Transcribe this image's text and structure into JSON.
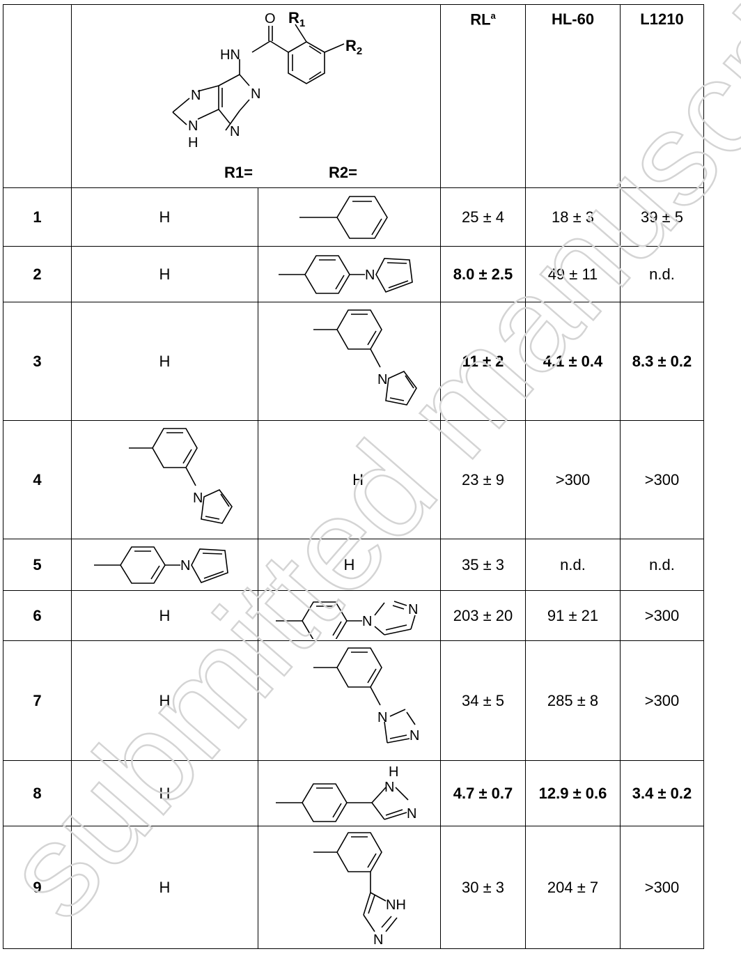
{
  "header": {
    "col_rl": "RL",
    "col_rl_sup": "a",
    "col_hl60": "HL-60",
    "col_l1210": "L1210",
    "r1_label": "R1=",
    "r2_label": "R2=",
    "scaffold_labels": {
      "o": "O",
      "hn": "HN",
      "n": "N",
      "h": "H",
      "r1": "R",
      "r1_sub": "1",
      "r2": "R",
      "r2_sub": "2"
    }
  },
  "rows": [
    {
      "id": "1",
      "r1": "H",
      "r2": "",
      "rl": "25 ± 4",
      "hl60": "18 ± 3",
      "l1210": "39 ± 5",
      "bold": [
        false,
        false,
        false
      ]
    },
    {
      "id": "2",
      "r1": "H",
      "r2": "",
      "rl": "8.0 ± 2.5",
      "hl60": "49 ± 11",
      "l1210": "n.d.",
      "bold": [
        true,
        false,
        false
      ]
    },
    {
      "id": "3",
      "r1": "H",
      "r2": "",
      "rl": "11 ± 2",
      "hl60": "4.1 ± 0.4",
      "l1210": "8.3 ± 0.2",
      "bold": [
        true,
        true,
        true
      ]
    },
    {
      "id": "4",
      "r1": "",
      "r2": "H",
      "rl": "23 ± 9",
      "hl60": ">300",
      "l1210": ">300",
      "bold": [
        false,
        false,
        false
      ]
    },
    {
      "id": "5",
      "r1": "",
      "r2": "H",
      "rl": "35 ± 3",
      "hl60": "n.d.",
      "l1210": "n.d.",
      "bold": [
        false,
        false,
        false
      ]
    },
    {
      "id": "6",
      "r1": "H",
      "r2": "",
      "rl": "203 ± 20",
      "hl60": "91 ± 21",
      "l1210": ">300",
      "bold": [
        false,
        false,
        false
      ]
    },
    {
      "id": "7",
      "r1": "H",
      "r2": "",
      "rl": "34 ± 5",
      "hl60": "285 ± 8",
      "l1210": ">300",
      "bold": [
        false,
        false,
        false
      ]
    },
    {
      "id": "8",
      "r1": "H",
      "r2": "",
      "rl": "4.7 ± 0.7",
      "hl60": "12.9 ± 0.6",
      "l1210": "3.4 ± 0.2",
      "bold": [
        true,
        true,
        true
      ]
    },
    {
      "id": "9",
      "r1": "H",
      "r2": "",
      "rl": "30 ± 3",
      "hl60": "204 ± 7",
      "l1210": ">300",
      "bold": [
        false,
        false,
        false
      ]
    }
  ],
  "atom_labels": {
    "n": "N",
    "nh": "NH",
    "h": "H"
  },
  "watermark": "submitted manuscript"
}
